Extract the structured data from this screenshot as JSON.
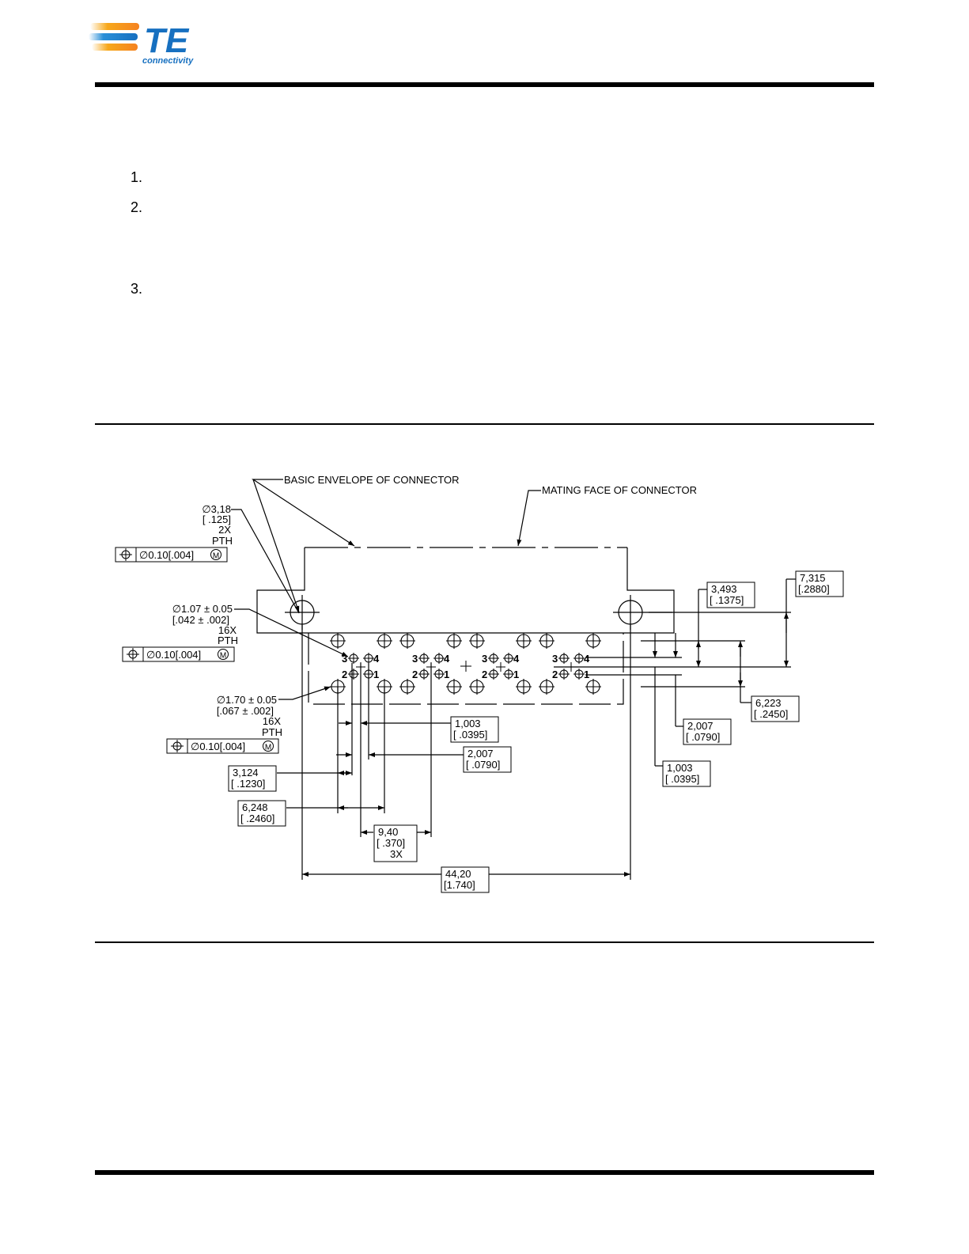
{
  "logo": {
    "brand_mark": "TE",
    "tagline": "connectivity"
  },
  "list": {
    "items": [
      "1.",
      "2.",
      "3."
    ]
  },
  "drawing": {
    "callouts": {
      "envelope": "BASIC ENVELOPE OF CONNECTOR",
      "mating_face": "MATING FACE OF CONNECTOR"
    },
    "hole_318": {
      "dia": "∅3,18",
      "inch": "[ .125]",
      "qty": "2X",
      "type": "PTH",
      "fcf_tol": "∅0.10[.004]"
    },
    "hole_107": {
      "dia": "∅1.07 ± 0.05",
      "inch": "[.042 ± .002]",
      "qty": "16X",
      "type": "PTH",
      "fcf_tol": "∅0.10[.004]"
    },
    "hole_170": {
      "dia": "∅1.70 ± 0.05",
      "inch": "[.067 ± .002]",
      "qty": "16X",
      "type": "PTH",
      "fcf_tol": "∅0.10[.004]"
    },
    "mmc_symbol": "M",
    "pin_labels": {
      "three": "3",
      "four": "4",
      "two": "2",
      "one": "1"
    },
    "dims": {
      "d1003_left": {
        "mm": "1,003",
        "inch": "[ .0395]"
      },
      "d2007_left": {
        "mm": "2,007",
        "inch": "[ .0790]"
      },
      "d3124": {
        "mm": "3,124",
        "inch": "[ .1230]"
      },
      "d6248": {
        "mm": "6,248",
        "inch": "[ .2460]"
      },
      "d940": {
        "mm": "9,40",
        "inch": "[ .370]",
        "qty": "3X"
      },
      "d4420": {
        "mm": "44,20",
        "inch": "[1.740]"
      },
      "d3493": {
        "mm": "3,493",
        "inch": "[ .1375]"
      },
      "d7315": {
        "mm": "7,315",
        "inch": "[.2880]"
      },
      "d6223": {
        "mm": "6,223",
        "inch": "[ .2450]"
      },
      "d2007_right": {
        "mm": "2,007",
        "inch": "[ .0790]"
      },
      "d1003_right": {
        "mm": "1,003",
        "inch": "[ .0395]"
      }
    }
  }
}
